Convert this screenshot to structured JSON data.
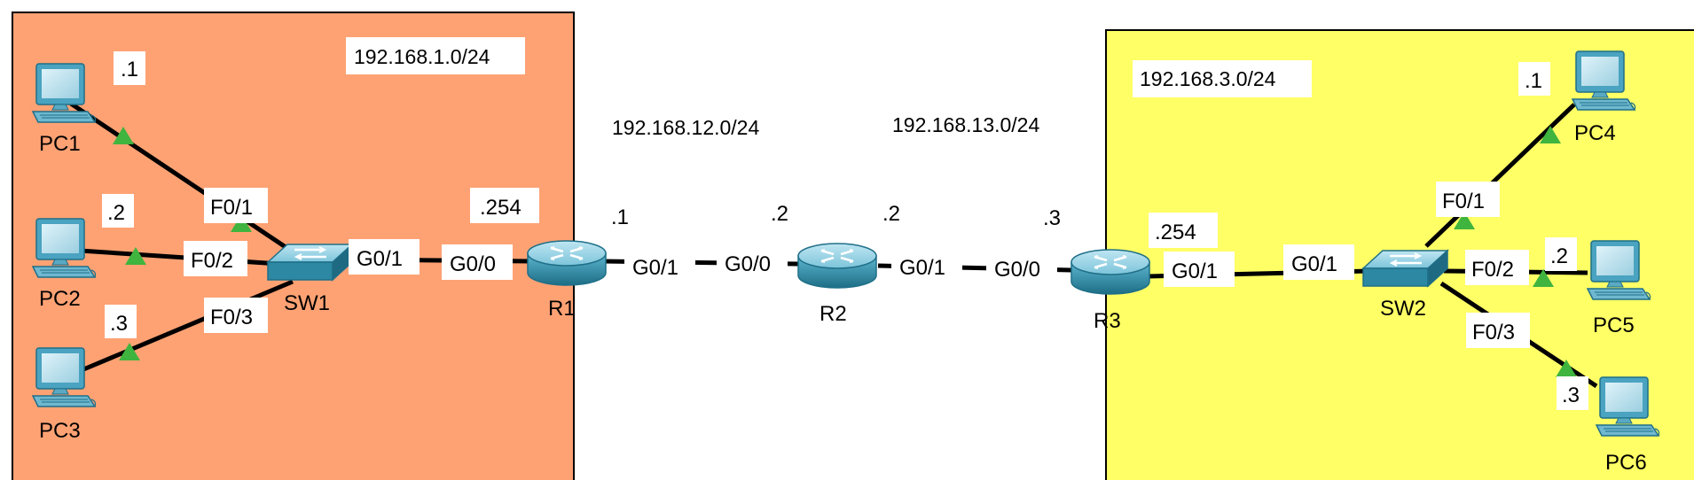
{
  "colors": {
    "left_area": "#fea274",
    "right_area": "#ffff66",
    "link": "#000000",
    "link_status": "#3fb43f",
    "label_bg": "#ffffff",
    "device_blue": "#2e8ca6"
  },
  "networks": {
    "lan1": "192.168.1.0/24",
    "link12": "192.168.12.0/24",
    "link13": "192.168.13.0/24",
    "lan3": "192.168.3.0/24"
  },
  "devices": {
    "pc1": "PC1",
    "pc2": "PC2",
    "pc3": "PC3",
    "pc4": "PC4",
    "pc5": "PC5",
    "pc6": "PC6",
    "sw1": "SW1",
    "sw2": "SW2",
    "r1": "R1",
    "r2": "R2",
    "r3": "R3"
  },
  "ports": {
    "sw1_pc1": "F0/1",
    "sw1_pc2": "F0/2",
    "sw1_pc3": "F0/3",
    "sw1_up": "G0/1",
    "r1_lan": "G0/0",
    "r1_wan": "G0/1",
    "r2_left": "G0/0",
    "r2_right": "G0/1",
    "r3_wan": "G0/0",
    "r3_lan": "G0/1",
    "sw2_up": "G0/1",
    "sw2_pc4": "F0/1",
    "sw2_pc5": "F0/2",
    "sw2_pc6": "F0/3"
  },
  "hosts": {
    "pc1": ".1",
    "pc2": ".2",
    "pc3": ".3",
    "r1_lan": ".254",
    "r1_wan": ".1",
    "r2_left": ".2",
    "r2_right": ".2",
    "r3_wan": ".3",
    "r3_lan": ".254",
    "pc4": ".1",
    "pc5": ".2",
    "pc6": ".3"
  }
}
